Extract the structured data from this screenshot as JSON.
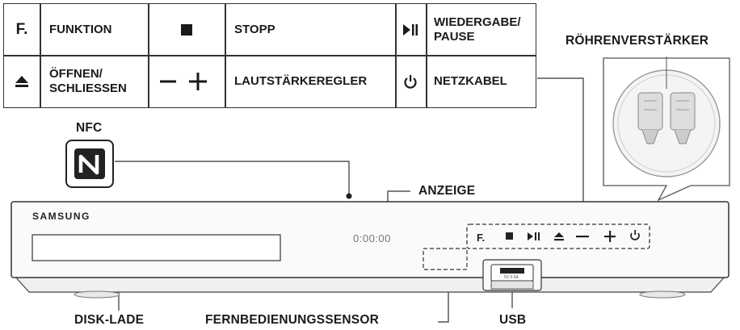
{
  "legend": {
    "rows": [
      [
        {
          "symbol": "F.",
          "label": "FUNKTION"
        },
        {
          "symbol": "stop",
          "label": "STOPP"
        },
        {
          "symbol": "play-pause",
          "label": "WIEDERGABE/\nPAUSE"
        }
      ],
      [
        {
          "symbol": "eject",
          "label": "ÖFFNEN/\nSCHLIESSEN"
        },
        {
          "symbol": "minus-plus",
          "label": "LAUTSTÄRKEREGLER"
        },
        {
          "symbol": "power",
          "label": "NETZKABEL"
        }
      ]
    ]
  },
  "callouts": {
    "nfc": "NFC",
    "tube_amp": "RÖHRENVERSTÄRKER",
    "display": "ANZEIGE",
    "disc_tray": "DISK-LADE",
    "remote_sensor": "FERNBEDIENUNGSSENSOR",
    "usb": "USB"
  },
  "device": {
    "brand": "SAMSUNG",
    "display_readout": "0:00:00",
    "usb_rating": "5V 0.5A",
    "panel_buttons": [
      "F.",
      "stop",
      "play-pause",
      "eject",
      "minus",
      "plus",
      "power"
    ]
  }
}
